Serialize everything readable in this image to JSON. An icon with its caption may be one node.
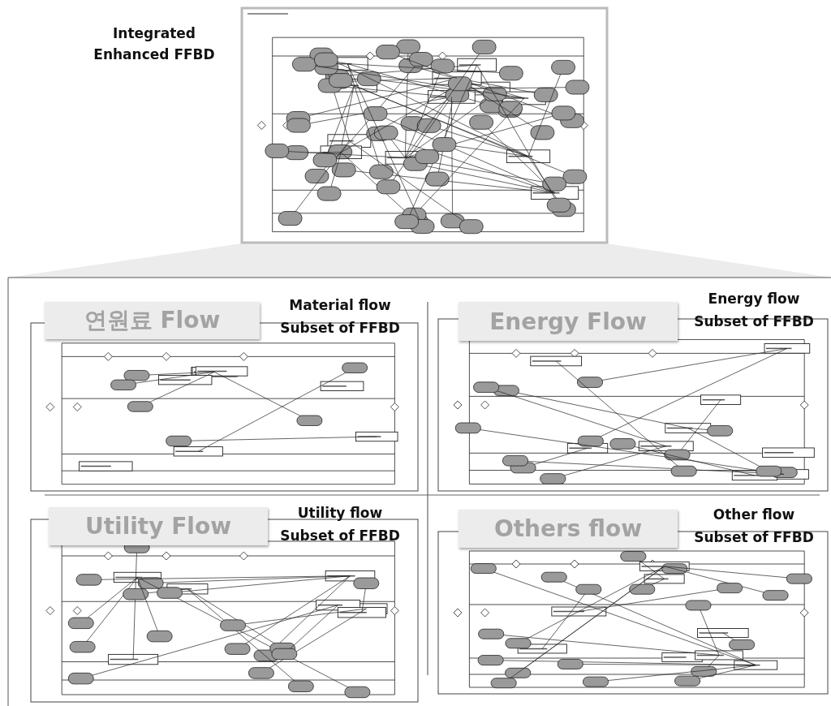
{
  "diagram": {
    "nodes": [
      {
        "text": [
          "연원료 Flow"
        ],
        "beside": [
          "Material flow Subset of FFBD"
        ]
      },
      {
        "text": [
          "Energy Flow"
        ],
        "beside": [
          "Energy flow Subset of FFBD"
        ]
      },
      {
        "text": [
          "Utility Flow"
        ],
        "beside": [
          "Utility flow Subset of FFBD"
        ]
      },
      {
        "text": [
          "Others flow"
        ],
        "beside": [
          "Other flow Subset of FFBD"
        ]
      }
    ],
    "labels": [
      "Integrated Enhanced FFBD"
    ]
  }
}
